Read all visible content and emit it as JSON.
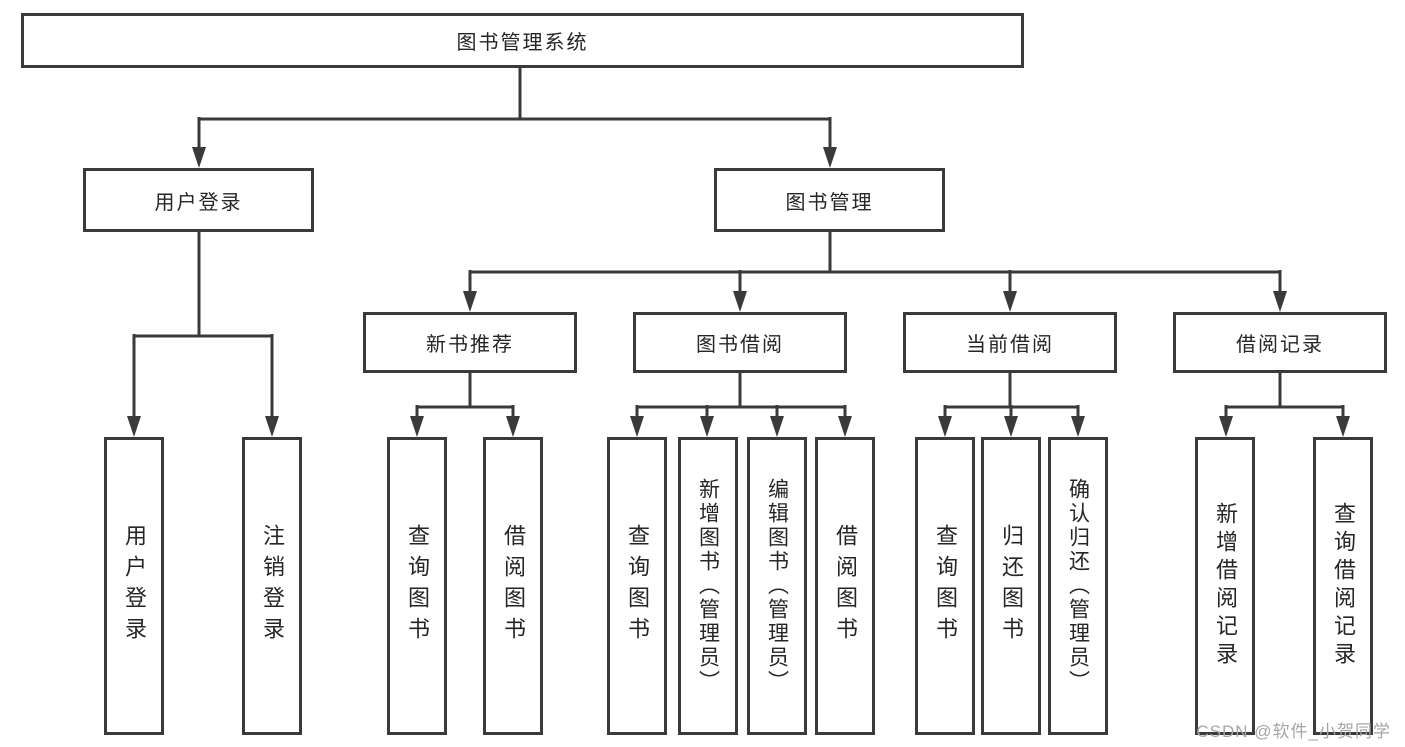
{
  "tree": {
    "label": "图书管理系统",
    "children": [
      {
        "label": "用户登录",
        "children": [
          {
            "label": "用户登录"
          },
          {
            "label": "注销登录"
          }
        ]
      },
      {
        "label": "图书管理",
        "children": [
          {
            "label": "新书推荐",
            "children": [
              {
                "label": "查询图书"
              },
              {
                "label": "借阅图书"
              }
            ]
          },
          {
            "label": "图书借阅",
            "children": [
              {
                "label": "查询图书"
              },
              {
                "label": "新增图书（管理员）"
              },
              {
                "label": "编辑图书（管理员）"
              },
              {
                "label": "借阅图书"
              }
            ]
          },
          {
            "label": "当前借阅",
            "children": [
              {
                "label": "查询图书"
              },
              {
                "label": "归还图书"
              },
              {
                "label": "确认归还（管理员）"
              }
            ]
          },
          {
            "label": "借阅记录",
            "children": [
              {
                "label": "新增借阅记录"
              },
              {
                "label": "查询借阅记录"
              }
            ]
          }
        ]
      }
    ]
  },
  "watermark": {
    "text": "CSDN @软件_小贺同学"
  },
  "colors": {
    "line": "#3a3a3a",
    "box_border": "#3a3a3a",
    "text": "#262626",
    "watermark": "#a5a5a5",
    "background": "#ffffff"
  }
}
